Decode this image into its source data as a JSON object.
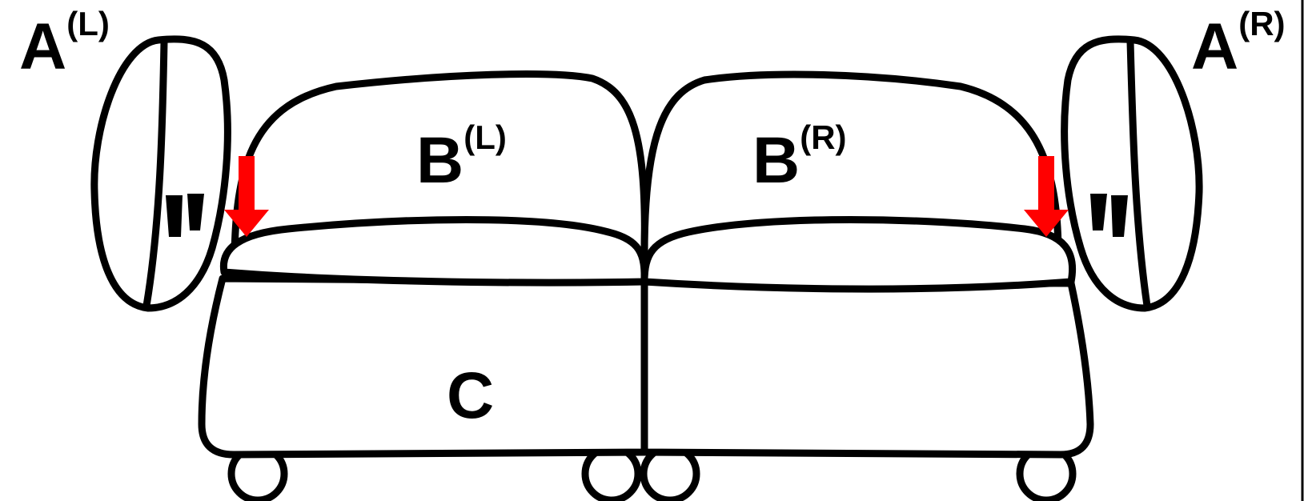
{
  "labels": {
    "armrest_left": {
      "letter": "A",
      "sup": "(L)"
    },
    "armrest_right": {
      "letter": "A",
      "sup": "(R)"
    },
    "backrest_left": {
      "letter": "B",
      "sup": "(L)"
    },
    "backrest_right": {
      "letter": "B",
      "sup": "(R)"
    },
    "base": {
      "letter": "C"
    }
  },
  "colors": {
    "outline": "#000000",
    "arrow": "#ff0000",
    "background": "#ffffff"
  },
  "icons": {
    "arrow_left": "down-arrow-icon",
    "arrow_right": "down-arrow-icon",
    "wedge_left": "wedge-marker-icon",
    "wedge_right": "wedge-marker-icon"
  }
}
